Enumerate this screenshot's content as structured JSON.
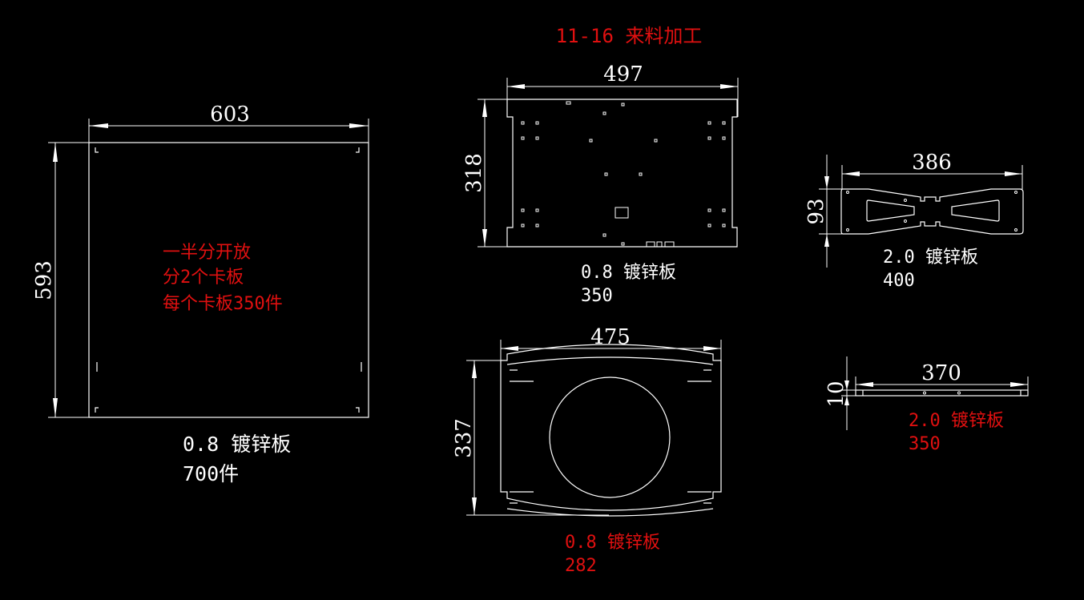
{
  "title": "11-16 来料加工",
  "colors": {
    "background": "#000000",
    "lines": "#ffffff",
    "annotation": "#e01010"
  },
  "parts": [
    {
      "width": "603",
      "height": "593",
      "notes": [
        "一半分开放",
        "分2个卡板",
        "每个卡板350件"
      ],
      "material": "0.8 镀锌板",
      "qty": "700件"
    },
    {
      "width": "497",
      "height": "318",
      "material": "0.8 镀锌板",
      "qty": "350"
    },
    {
      "width": "475",
      "height": "337",
      "material": "0.8 镀锌板",
      "qty": "282"
    },
    {
      "width": "386",
      "height": "93",
      "material": "2.0 镀锌板",
      "qty": "400"
    },
    {
      "width": "370",
      "height": "10",
      "material": "2.0 镀锌板",
      "qty": "350"
    }
  ]
}
